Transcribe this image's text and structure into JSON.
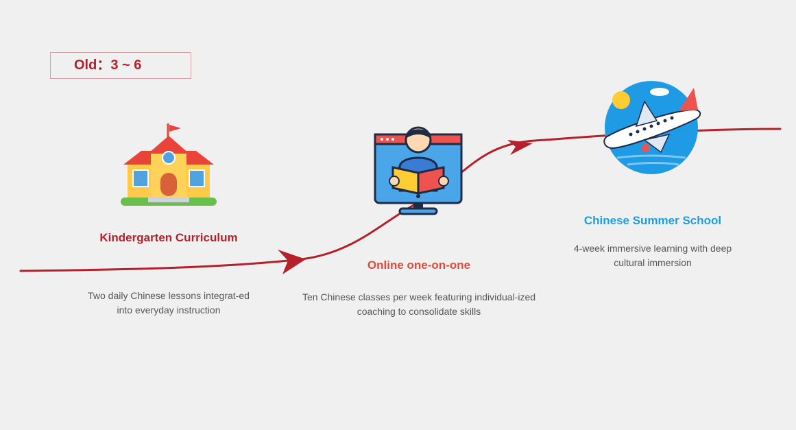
{
  "age_badge": "Old：3 ~ 6",
  "stages": [
    {
      "title": "Kindergarten Curriculum",
      "description": "Two daily Chinese lessons integrat-ed into everyday instruction",
      "icon": "school-icon",
      "color": "#b5202a"
    },
    {
      "title": "Online one-on-one",
      "description": "Ten Chinese classes per week featuring individual-ized coaching to consolidate skills",
      "icon": "online-learning-icon",
      "color": "#e04a3a"
    },
    {
      "title": "Chinese Summer School",
      "description": "4-week immersive learning with deep cultural immersion",
      "icon": "airplane-icon",
      "color": "#1b9ee0"
    }
  ],
  "arrow_color": "#b5202a"
}
